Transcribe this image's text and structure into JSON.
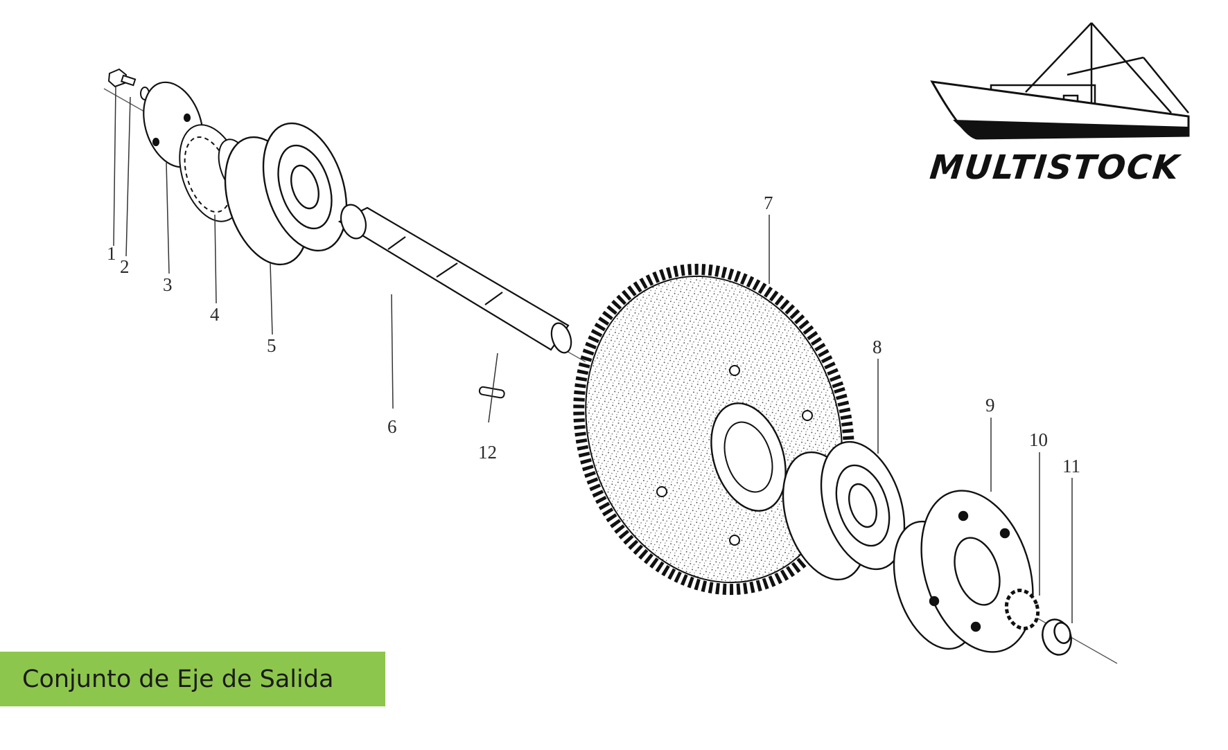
{
  "brand": {
    "name": "MULTISTOCK",
    "icon": "fishing-boat-icon"
  },
  "caption": "Conjunto de Eje de Salida",
  "callouts": [
    {
      "id": "1",
      "label": "1"
    },
    {
      "id": "2",
      "label": "2"
    },
    {
      "id": "3",
      "label": "3"
    },
    {
      "id": "4",
      "label": "4"
    },
    {
      "id": "5",
      "label": "5"
    },
    {
      "id": "6",
      "label": "6"
    },
    {
      "id": "7",
      "label": "7"
    },
    {
      "id": "8",
      "label": "8"
    },
    {
      "id": "9",
      "label": "9"
    },
    {
      "id": "10",
      "label": "10"
    },
    {
      "id": "11",
      "label": "11"
    },
    {
      "id": "12",
      "label": "12"
    }
  ],
  "colors": {
    "caption_bg": "#8dc64c",
    "ink": "#1a1a1a"
  }
}
